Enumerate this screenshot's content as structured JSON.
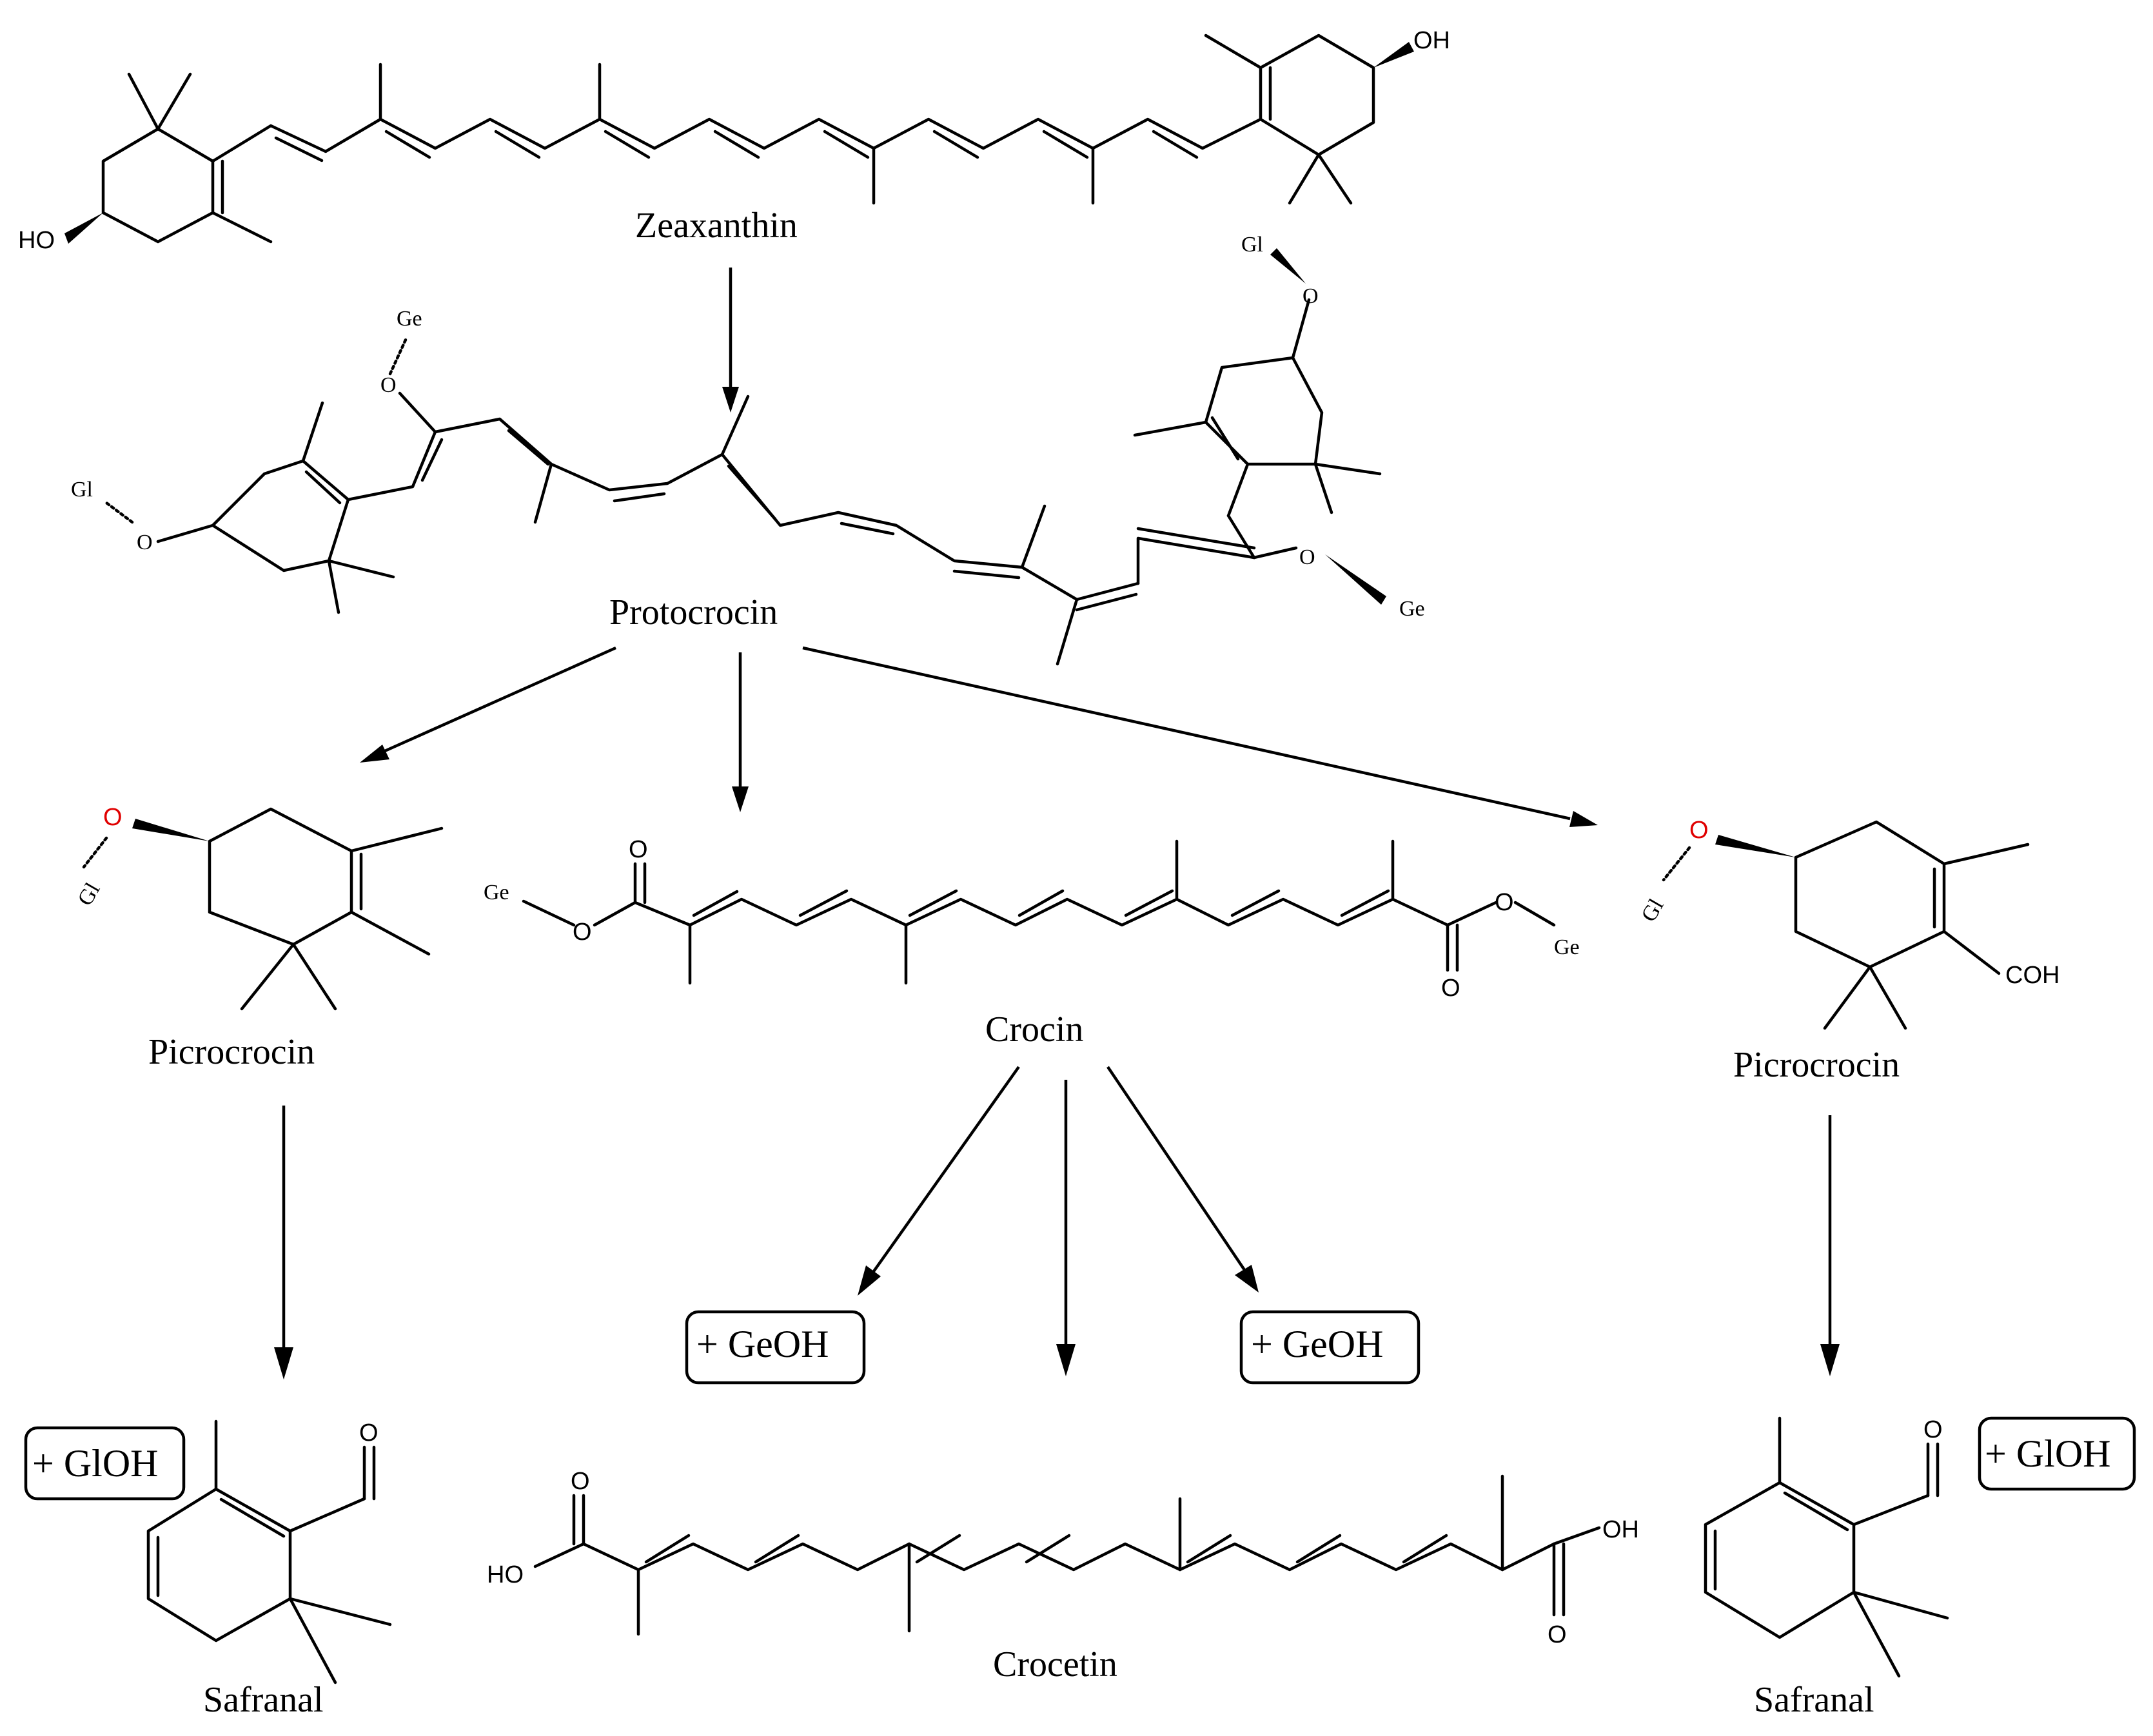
{
  "compounds": {
    "zeaxanthin": "Zeaxanthin",
    "protocrocin": "Protocrocin",
    "picrocrocin_left": "Picrocrocin",
    "crocin": "Crocin",
    "picrocrocin_right": "Picrocrocin",
    "safranal_left": "Safranal",
    "crocetin": "Crocetin",
    "safranal_right": "Safranal"
  },
  "byproducts": {
    "geoh_left": "+ GeOH",
    "geoh_right": "+ GeOH",
    "gloh_left": "+ GlOH",
    "gloh_right": "+ GlOH"
  },
  "atoms": {
    "oh": "OH",
    "ho": "HO",
    "o": "O",
    "ge": "Ge",
    "gl": "Gl",
    "coh": "COH"
  },
  "colors": {
    "line": "#000000",
    "oxygen_highlight": "#e00000"
  }
}
